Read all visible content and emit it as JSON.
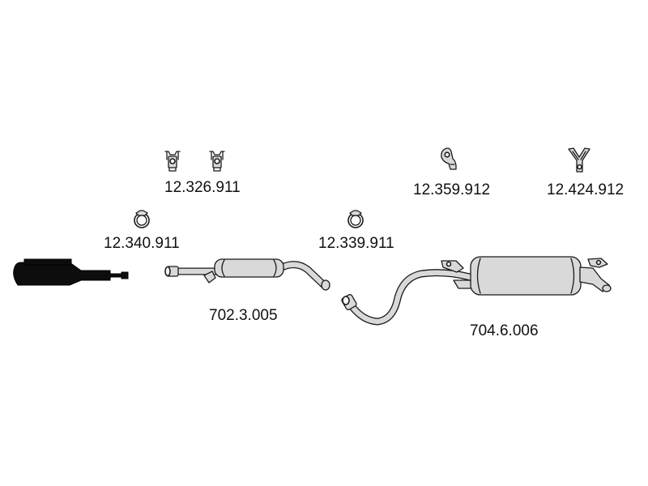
{
  "diagram": {
    "parts": {
      "hanger_pair": {
        "part_number": "12.326.911",
        "icon": "rubber-hanger-icon"
      },
      "clamp_front": {
        "part_number": "12.340.911",
        "icon": "pipe-clamp-icon"
      },
      "clamp_rear": {
        "part_number": "12.339.911",
        "icon": "pipe-clamp-icon"
      },
      "bracket": {
        "part_number": "12.359.912",
        "icon": "mounting-bracket-icon"
      },
      "y_bracket": {
        "part_number": "12.424.912",
        "icon": "y-bracket-icon"
      },
      "catalytic_converter": {
        "part_number": "",
        "icon": "catalytic-converter-icon",
        "color": "#0d0d0d"
      },
      "middle_silencer": {
        "part_number": "702.3.005",
        "icon": "middle-silencer-icon",
        "color": "#d9d9d9"
      },
      "rear_silencer": {
        "part_number": "704.6.006",
        "icon": "rear-silencer-icon",
        "color": "#d9d9d9"
      }
    }
  }
}
